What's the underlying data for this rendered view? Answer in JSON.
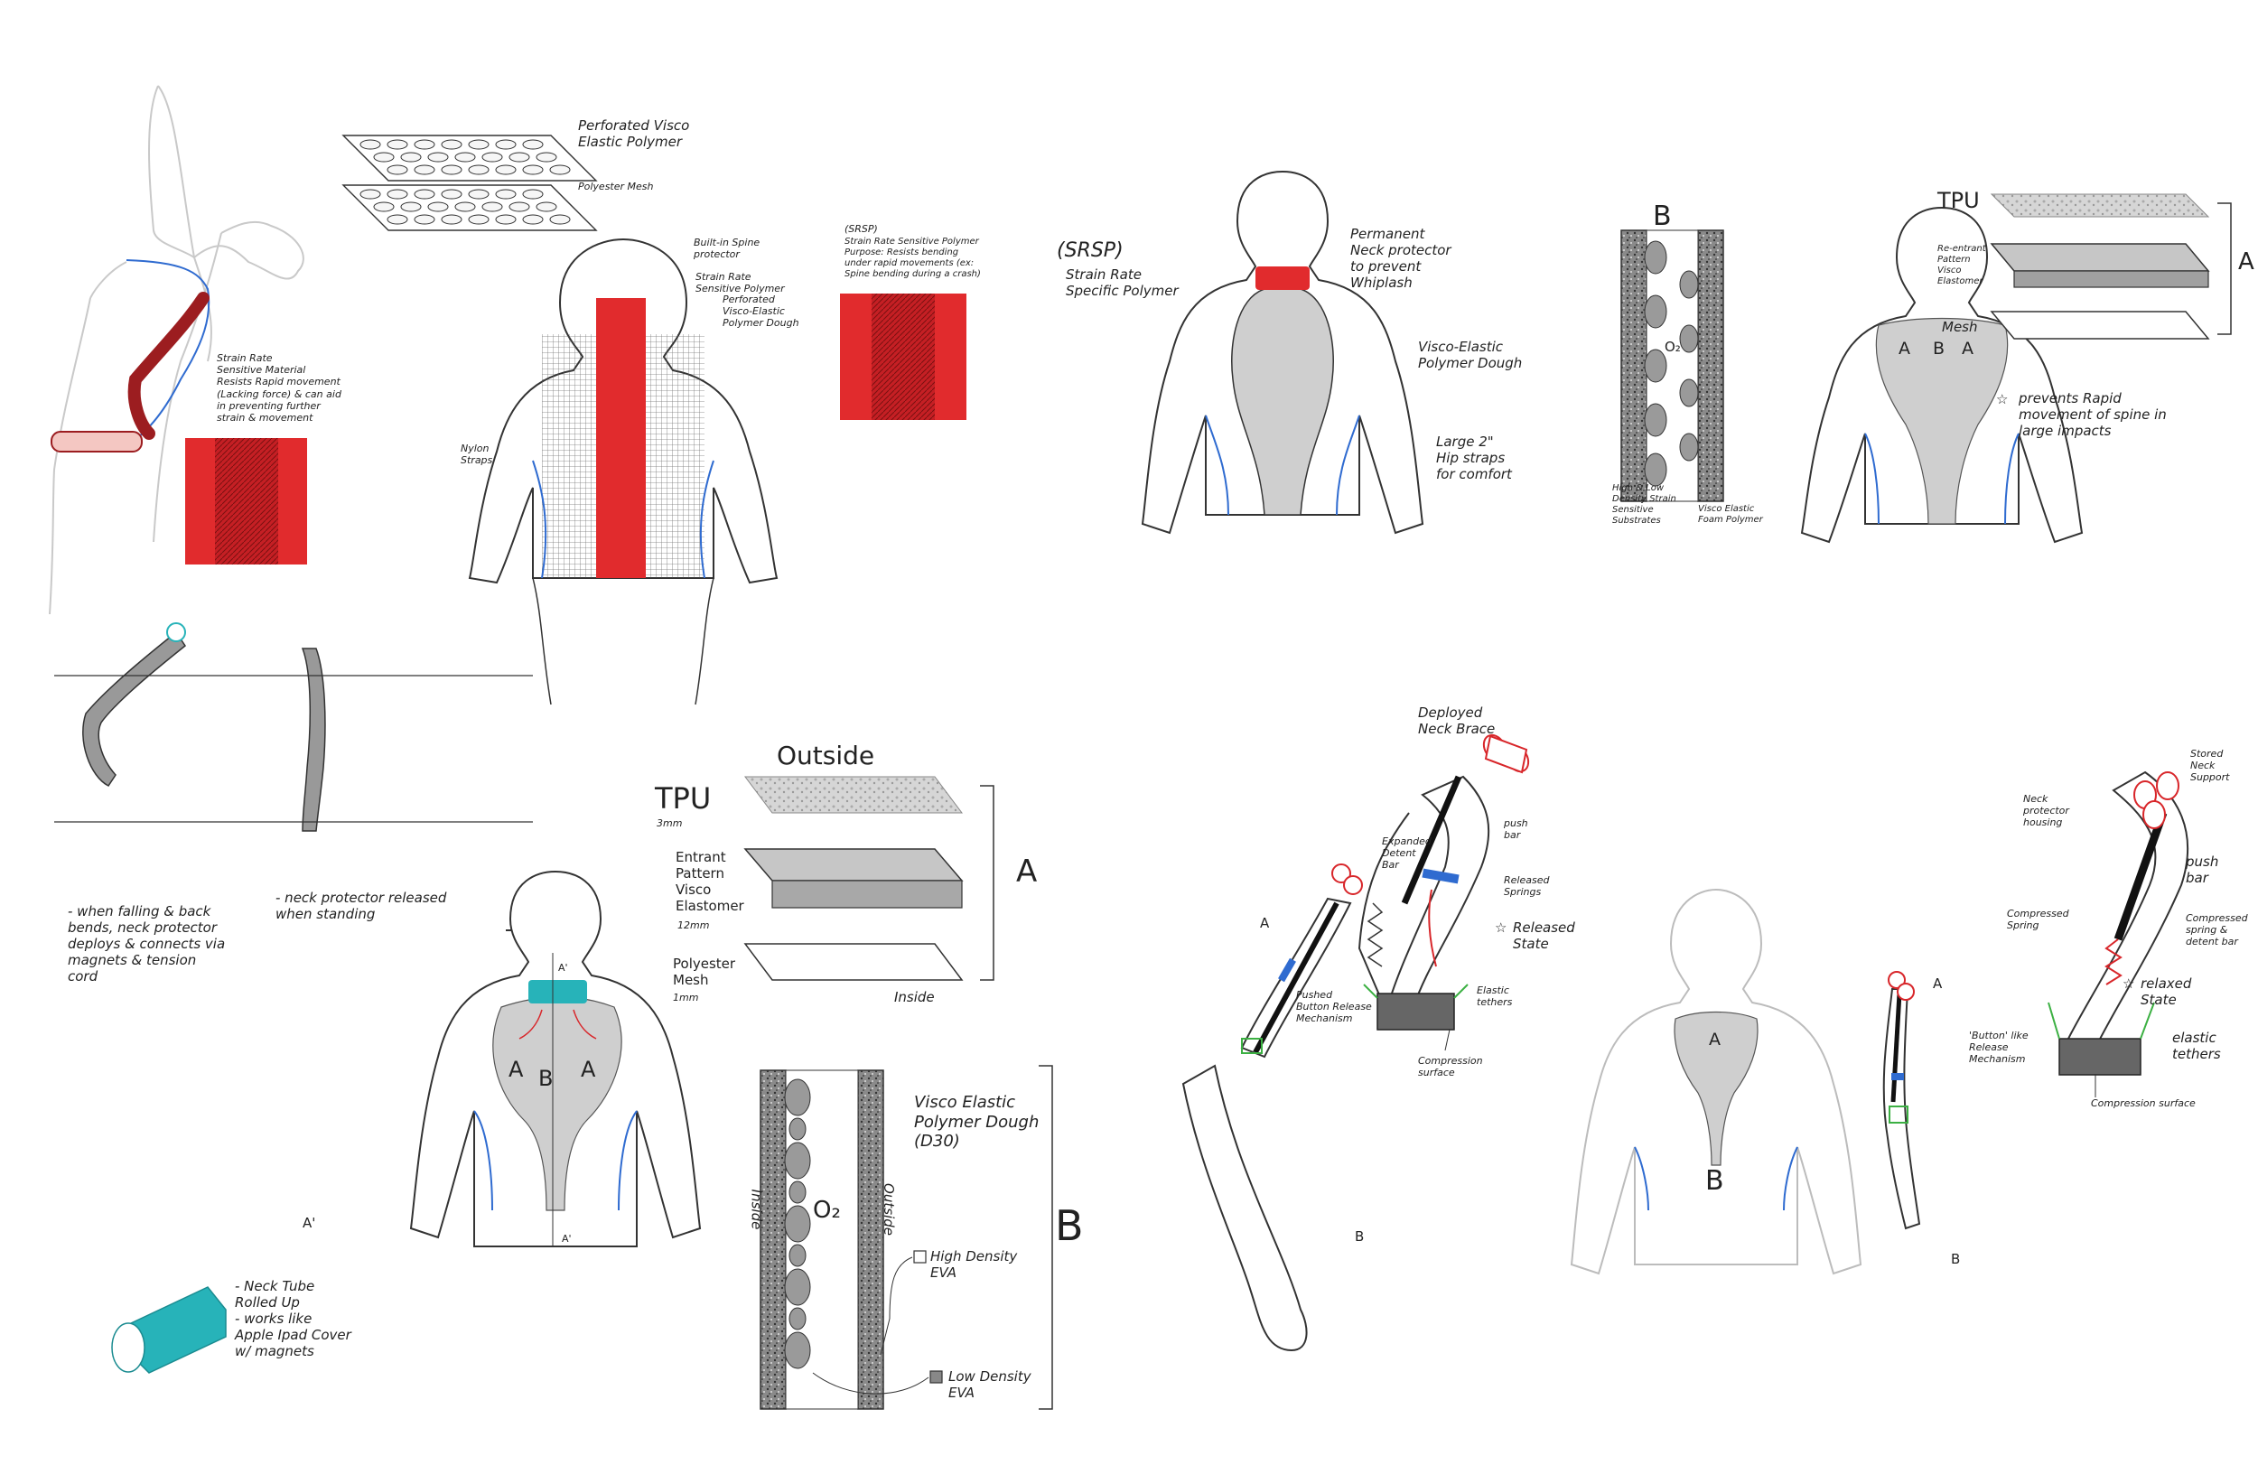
{
  "colors": {
    "red": "#d8262a",
    "red_light": "#f2382f",
    "teal": "#27b3b9",
    "blue": "#2f6bd0",
    "gray": "#c8c8c8",
    "green": "#3cb043",
    "ink": "#222222"
  },
  "panel1": {
    "strain_rate_note": "Strain Rate\nSensitive Material\nResists Rapid movement\n(Lacking force) & can aid\nin preventing further\nstrain & movement",
    "perforated_label": "Perforated Visco\nElastic Polymer",
    "polyester_label": "Polyester Mesh",
    "spine_protector": "Built-in Spine\nprotector",
    "strain_rate_polymer": "Strain Rate\nSensitive Polymer",
    "perforated_dough": "Perforated\nVisco-Elastic\nPolymer Dough",
    "nylon_straps": "Nylon\nStraps",
    "srsp_title": "(SRSP)",
    "srsp_desc": "Strain Rate Sensitive Polymer\nPurpose: Resists bending\nunder rapid movements (ex:\nSpine bending during a crash)"
  },
  "panel2": {
    "srsp": "(SRSP)",
    "srsp_full": "Strain Rate\nSpecific Polymer",
    "neck": "Permanent\nNeck protector\nto prevent\nWhiplash",
    "dough": "Visco-Elastic\nPolymer Dough",
    "straps": "Large 2\"\nHip straps\nfor comfort"
  },
  "panel3": {
    "b_label": "B",
    "o2_label": "O₂",
    "high_low": "High & Low\nDensity Strain\nSensitive\nSubstrates",
    "visco_foam": "Visco Elastic\nFoam Polymer",
    "tpu": "TPU",
    "entrant": "Re-entrant\nPattern\nVisco\nElastomer",
    "mesh": "Mesh",
    "a_label": "A",
    "back_a": "A",
    "back_b": "B",
    "back_a2": "A",
    "note": "prevents Rapid\nmovement of spine in\nlarge impacts"
  },
  "panel4": {
    "falling_note": "- when falling & back\nbends, neck protector\ndeploys & connects via\nmagnets & tension\ncord",
    "released_note": "- neck protector released\nwhen standing",
    "a_prime": "A'",
    "a_prime2": "A'",
    "a_prime3": "A'",
    "outside": "Outside",
    "tpu": "TPU",
    "tpu_mm": "3mm",
    "entrant": "Entrant\nPattern\nVisco\nElastomer",
    "entrant_mm": "12mm",
    "mesh": "Polyester\nMesh",
    "mesh_mm": "1mm",
    "inside": "Inside",
    "a_big": "A",
    "back_a": "A",
    "back_b": "B",
    "back_a2": "A",
    "tube_note": "- Neck Tube\nRolled Up\n- works like\nApple Ipad Cover\nw/ magnets",
    "o2": "O₂",
    "inside_side": "Inside",
    "outside_side": "Outside",
    "visco_dough": "Visco Elastic\nPolymer Dough\n(D30)",
    "b_big": "B",
    "high_density": "High Density\nEVA",
    "low_density": "Low Density\nEVA"
  },
  "panel5": {
    "deployed": "Deployed\nNeck Brace",
    "push_bar": "push\nbar",
    "expanded": "Expanded\nDetent\nBar",
    "released_springs": "Released\nSprings",
    "released_state": "Released\nState",
    "a_label": "A",
    "pushed_button": "Pushed\nButton Release\nMechanism",
    "elastic": "Elastic\ntethers",
    "compression": "Compression\nsurface",
    "b_label": "B"
  },
  "panel6": {
    "stored": "Stored\nNeck\nSupport",
    "housing": "Neck\nprotector\nhousing",
    "push_bar": "push\nbar",
    "compressed_spring": "Compressed\nSpring",
    "compressed_detent": "Compressed\nspring &\ndetent bar",
    "relaxed": "relaxed\nState",
    "a_label": "A",
    "button": "'Button' like\nRelease\nMechanism",
    "elastic": "elastic\ntethers",
    "compression": "Compression surface",
    "back_a": "A",
    "back_b": "B",
    "b_label": "B"
  }
}
